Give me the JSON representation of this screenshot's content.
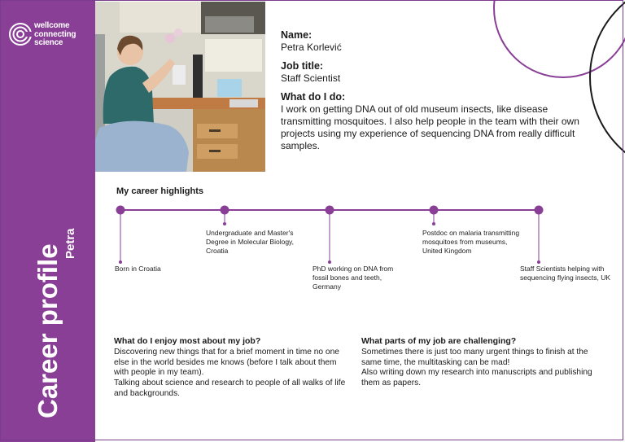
{
  "colors": {
    "accent": "#8a3f97",
    "decor_line": "#8a3f97",
    "decor_dark": "#1a1a1a"
  },
  "logo": {
    "line1": "wellcome",
    "line2": "connecting",
    "line3": "science"
  },
  "sidebar": {
    "title": "Career profile",
    "name": "Petra"
  },
  "profile": {
    "name_label": "Name:",
    "name_value": "Petra Korlević",
    "job_label": "Job title:",
    "job_value": "Staff Scientist",
    "do_label": "What do I do:",
    "do_value": "I work on getting DNA out of old museum insects, like disease transmitting mosquitoes. I also help people in the team with their own projects using my experience of sequencing DNA from really difficult samples."
  },
  "timeline": {
    "title": "My career highlights",
    "events": [
      {
        "label": "Born in Croatia"
      },
      {
        "label": "Undergraduate and Master's Degree in Molecular Biology, Croatia"
      },
      {
        "label": "PhD working on DNA from fossil bones and teeth, Germany"
      },
      {
        "label": "Postdoc on malaria transmitting mosquitoes from museums, United Kingdom"
      },
      {
        "label": "Staff Scientists helping with sequencing flying insects, UK"
      }
    ]
  },
  "enjoy": {
    "question": "What do I enjoy most about my job?",
    "answer1": "Discovering new things that for a brief moment in time no one else in the world besides me knows (before I talk about them with people in my team).",
    "answer2": "Talking about science and research to people of all walks of life and backgrounds."
  },
  "challenging": {
    "question": "What parts of my job are challenging?",
    "answer1": "Sometimes there is just too many urgent things to finish at the same time, the multitasking can be mad!",
    "answer2": "Also writing down my research into manuscripts and publishing them as papers."
  }
}
